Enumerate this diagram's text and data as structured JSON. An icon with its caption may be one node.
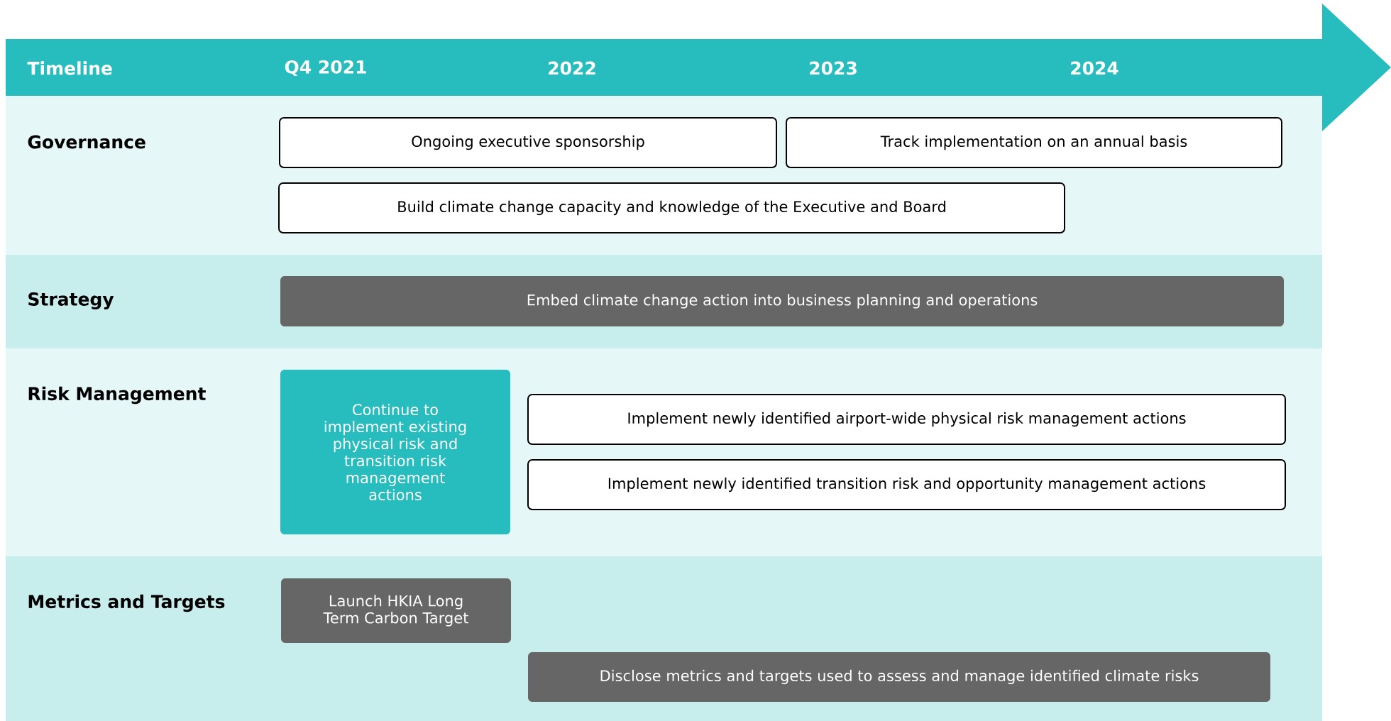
{
  "diagram": {
    "nodes": [
      {
        "text": [
          "Timeline",
          "Q4 2021",
          "2022",
          "2023",
          "2024"
        ]
      },
      {
        "text": [
          "Governance"
        ]
      },
      {
        "text": [
          "Ongoing executive sponsorship"
        ],
        "in": 1
      },
      {
        "text": [
          "Track implementation on an annual basis"
        ],
        "in": 1
      },
      {
        "text": [
          "Build climate change capacity and knowledge of the Executive and Board"
        ],
        "in": 1
      },
      {
        "text": [
          "Strategy"
        ]
      },
      {
        "text": [
          "Embed climate change action into business planning and operations"
        ],
        "in": 5
      },
      {
        "text": [
          "Risk Management"
        ]
      },
      {
        "text": [
          "Continue to implement existing physical risk and transition risk management actions"
        ],
        "in": 7
      },
      {
        "text": [
          "Implement newly identified airport-wide physical risk management actions"
        ],
        "in": 7
      },
      {
        "text": [
          "Implement newly identified transition risk and opportunity management actions"
        ],
        "in": 7
      },
      {
        "text": [
          "Metrics and Targets"
        ]
      },
      {
        "text": [
          "Launch HKIA Long Term Carbon Target"
        ],
        "in": 11
      },
      {
        "text": [
          "Disclose metrics and targets used to assess and manage identified climate risks"
        ],
        "in": 11
      }
    ],
    "edges": []
  }
}
